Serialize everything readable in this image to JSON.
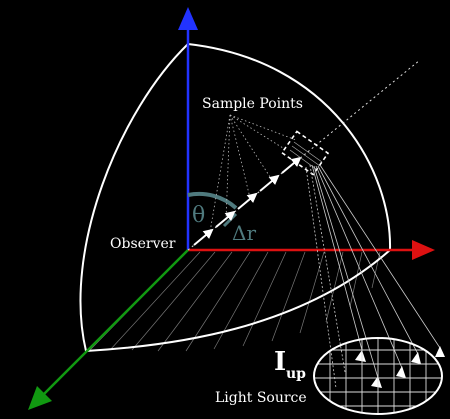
{
  "background": "#000000",
  "colors": {
    "axis_up": "#2233ff",
    "axis_right": "#dd1111",
    "axis_front": "#119911",
    "dome": "#ffffff",
    "theta": "#4f7a7e",
    "delta": "#4f7a7e"
  },
  "labels": {
    "sample_points": "Sample Points",
    "observer": "Observer",
    "theta": "θ",
    "delta_r": "Δr",
    "intensity_main": "I",
    "intensity_sub": "up",
    "light_source": "Light Source"
  }
}
